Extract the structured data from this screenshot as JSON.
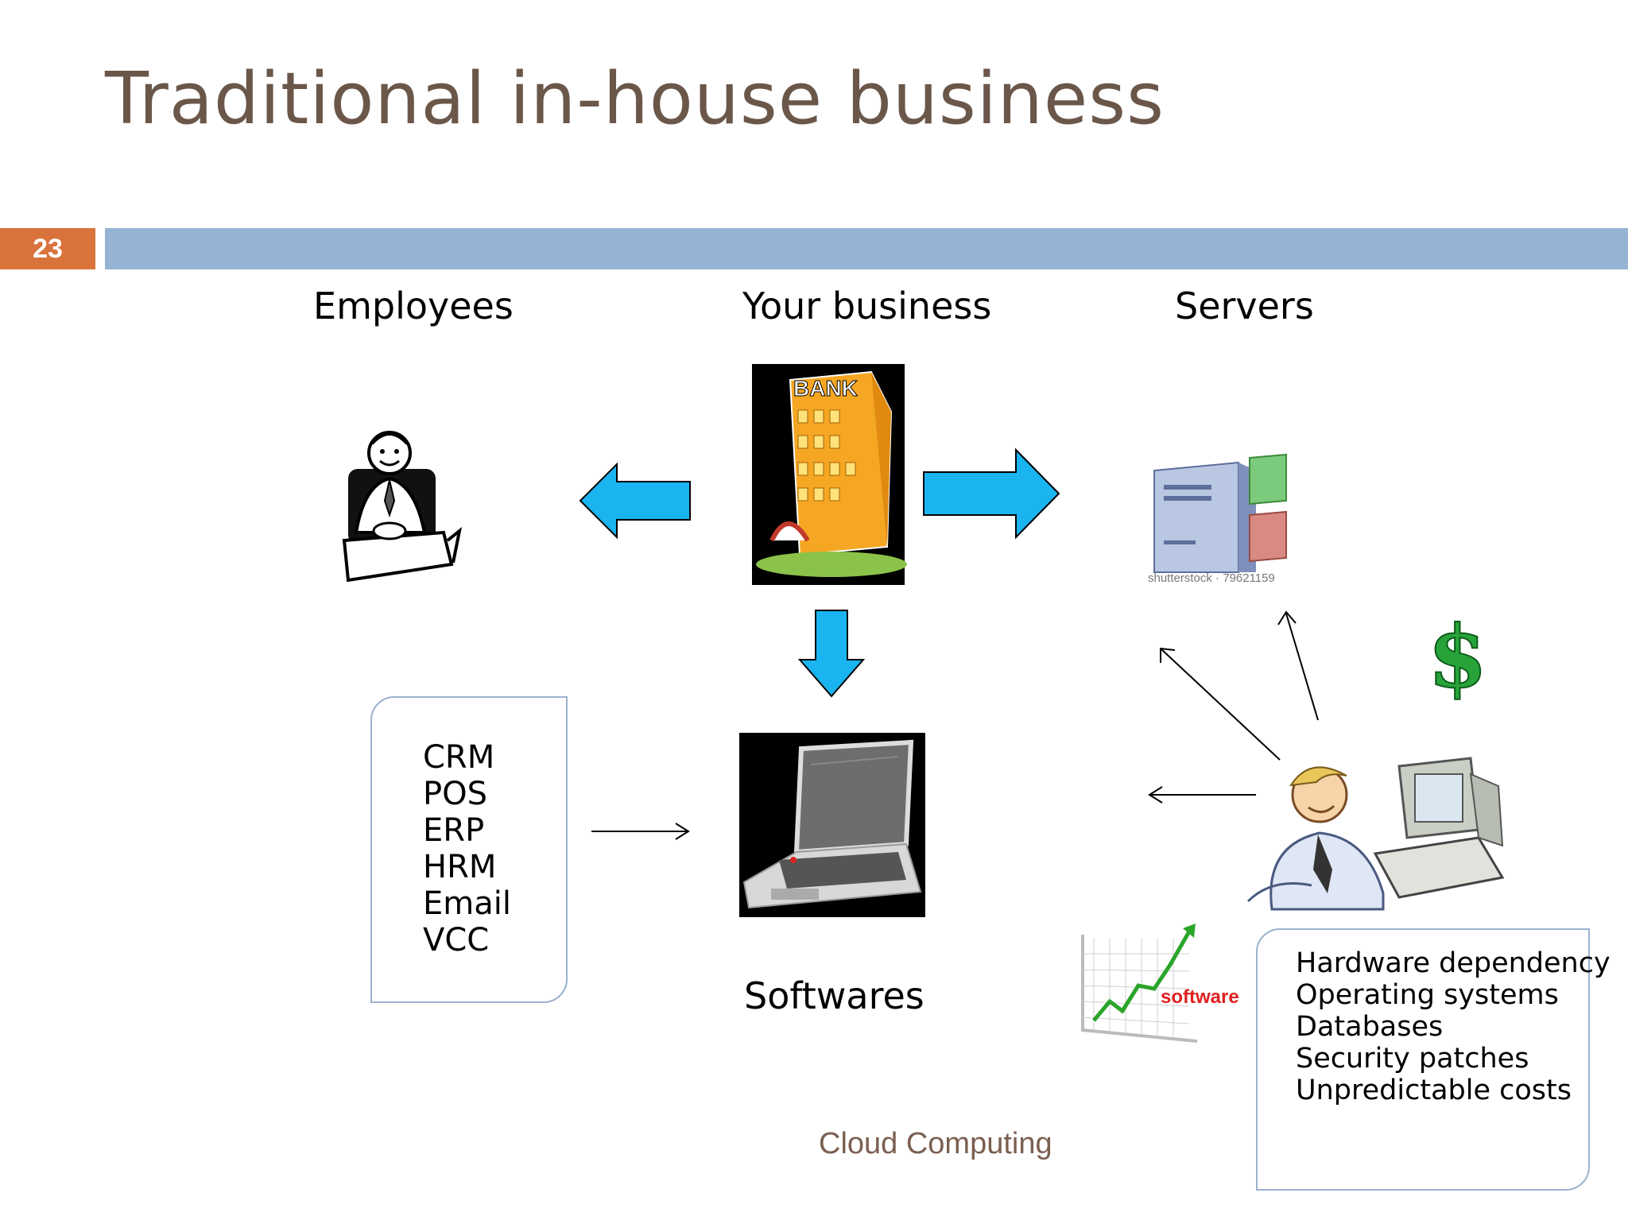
{
  "slide": {
    "title": "Traditional in-house business",
    "number": "23",
    "footer": "Cloud Computing"
  },
  "labels": {
    "employees": "Employees",
    "business": "Your business",
    "servers": "Servers",
    "softwares": "Softwares"
  },
  "business_sign": "BANK",
  "server_watermark": "shutterstock · 79621159",
  "software_chart_label": "software",
  "software_list": [
    "CRM",
    "POS",
    "ERP",
    "HRM",
    "Email",
    "VCC"
  ],
  "cost_list": [
    "Hardware dependency",
    "Operating systems",
    "Databases",
    "Security patches",
    "Unpredictable costs"
  ],
  "colors": {
    "title": "#6b574a",
    "slide_number_bg": "#d9733b",
    "top_bar": "#95b3d2",
    "arrow_blue": "#1ab4f0",
    "box_border": "#9ab2ce",
    "dollar_green": "#27a33a",
    "footer": "#7a5f50"
  },
  "icons": [
    "employee-icon",
    "bank-building-icon",
    "server-icon",
    "laptop-icon",
    "dollar-icon",
    "growth-chart-icon",
    "businessman-computer-icon"
  ]
}
